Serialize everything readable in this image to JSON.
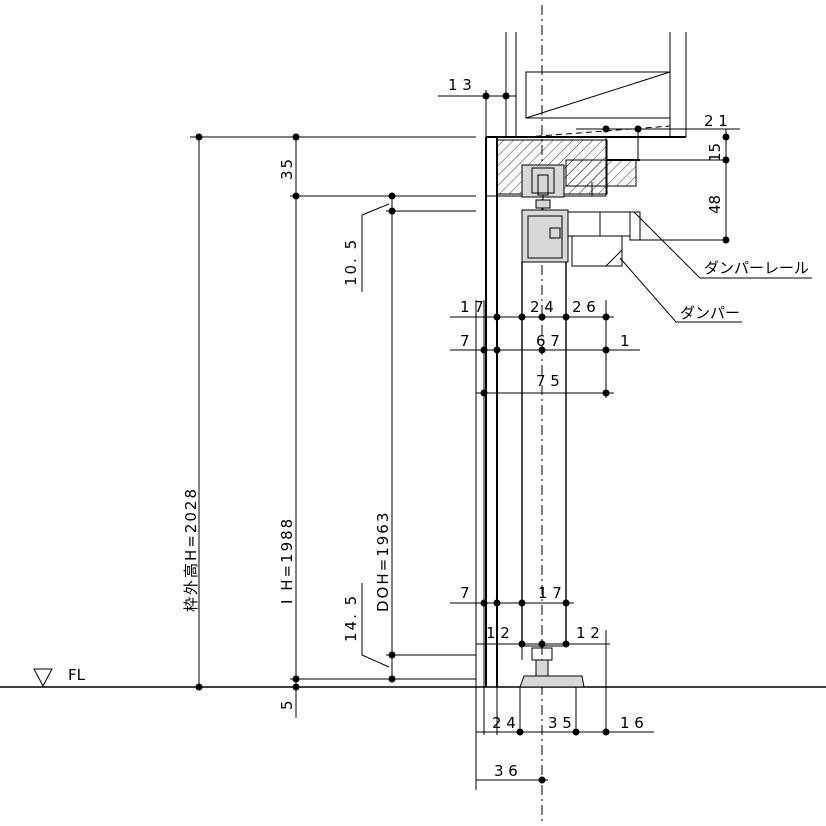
{
  "floor_label": "FL",
  "parts": {
    "damper_rail": "ダンパーレール",
    "damper": "ダンパー"
  },
  "vertical_dims": {
    "frame_height": "枠外高H=2028",
    "inner_height": "I H=1988",
    "door_height": "DOH=1963",
    "top_gap": "35",
    "top_offset": "10. 5",
    "bottom_offset": "14. 5",
    "floor_gap": "5",
    "rail_15": "15",
    "rail_48": "48"
  },
  "horizontal_dims": {
    "d13": "1 3",
    "d21": "2 1",
    "d17_top": "1 7",
    "d24_top": "2 4",
    "d26": "2 6",
    "d7_upper": "7",
    "d67": "6 7",
    "d1": "1",
    "d75": "7 5",
    "d7_lower": "7",
    "d17_lower": "1 7",
    "d12_left": "1 2",
    "d12_right": "1 2",
    "d24_bottom": "2 4",
    "d35": "3 5",
    "d16": "1 6",
    "d36": "3 6"
  }
}
